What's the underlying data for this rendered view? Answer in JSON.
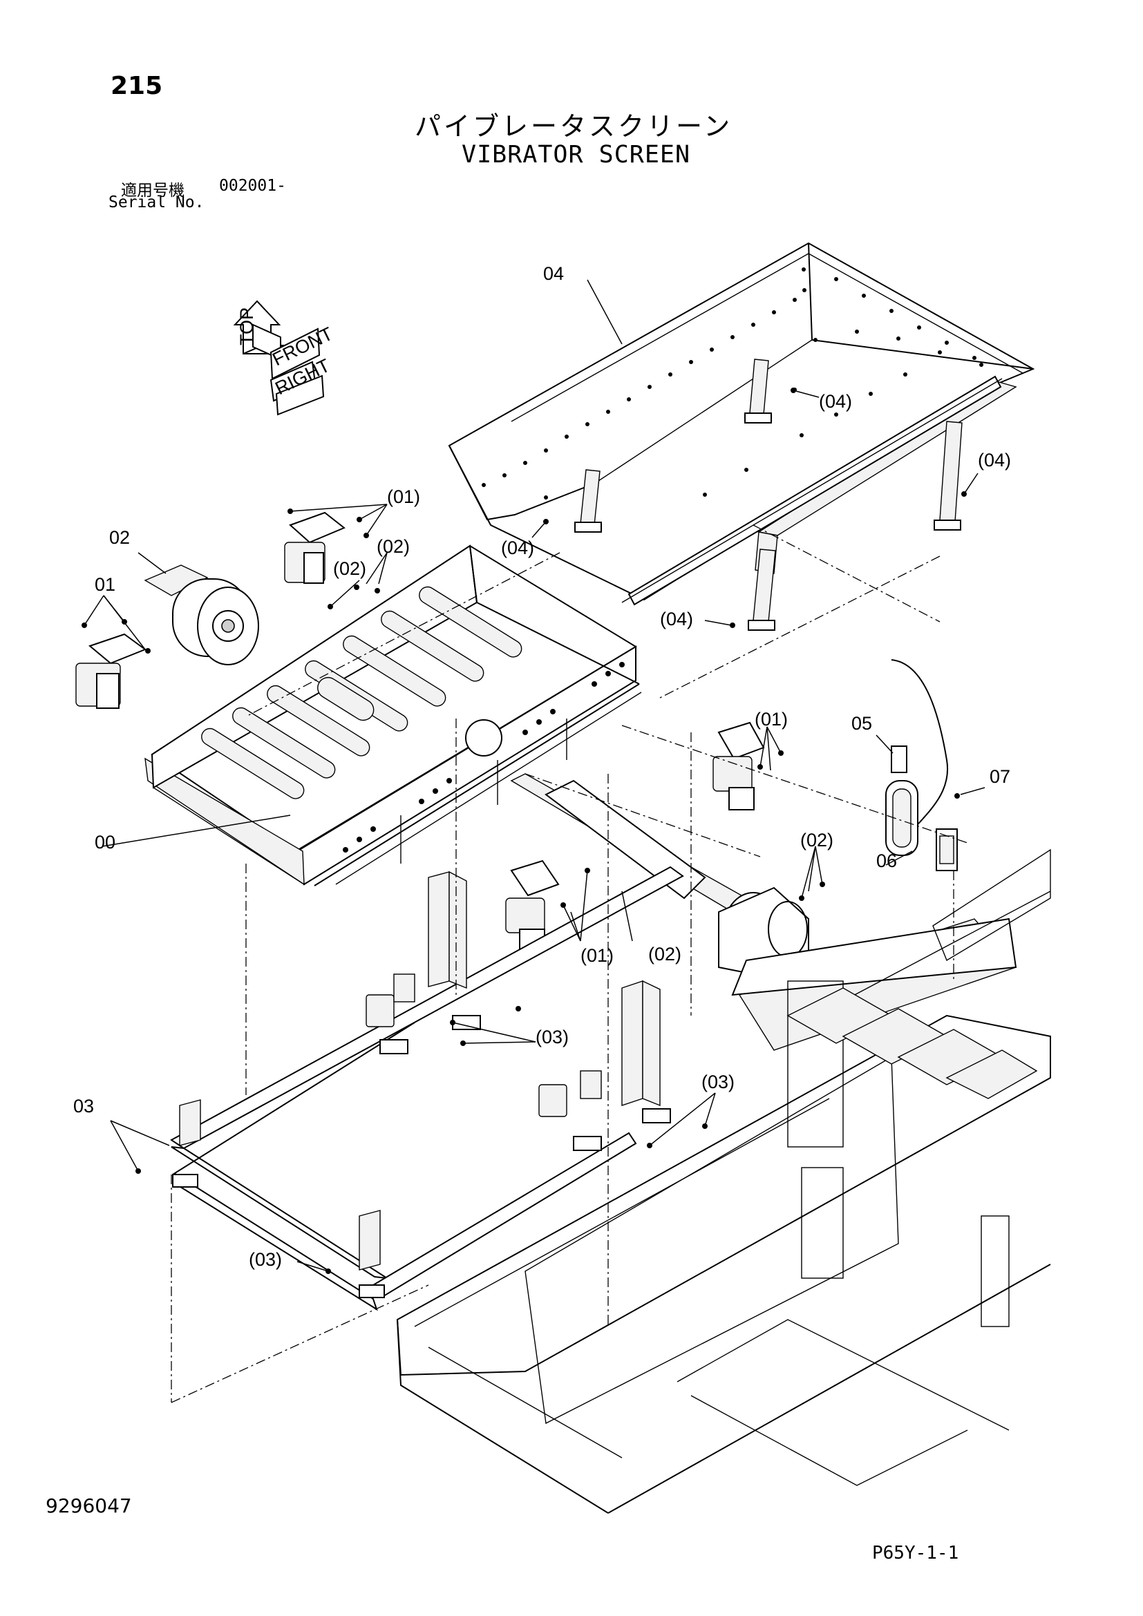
{
  "header": {
    "page_number": "215",
    "title_jp": "パイブレータスクリーン",
    "title_en": "VIBRATOR SCREEN",
    "serial_label_jp": "適用号機",
    "serial_value": "002001-",
    "serial_label_en": "Serial No."
  },
  "direction_indicator": {
    "labels": [
      "TOP",
      "FRONT",
      "RIGHT"
    ]
  },
  "callouts": {
    "c00": "00",
    "c01_motor": "01",
    "c01_bracket_top": "(01)",
    "c01_bracket_right": "(01)",
    "c01_bracket_bottom": "(01)",
    "c02_motor": "02",
    "c02_bolts_a": "(02)",
    "c02_bolts_b": "(02)",
    "c02_shaft": "(02)",
    "c02_cover": "(02)",
    "c03_frame": "03",
    "c03_bolts_a": "(03)",
    "c03_bolts_b": "(03)",
    "c03_bolts_c": "(03)",
    "c04_hopper": "04",
    "c04_a": "(04)",
    "c04_b": "(04)",
    "c04_c": "(04)",
    "c04_d": "(04)",
    "c05": "05",
    "c06": "06",
    "c07": "07"
  },
  "footer": {
    "drawing_number": "9296047",
    "page_code": "P65Y-1-1"
  }
}
